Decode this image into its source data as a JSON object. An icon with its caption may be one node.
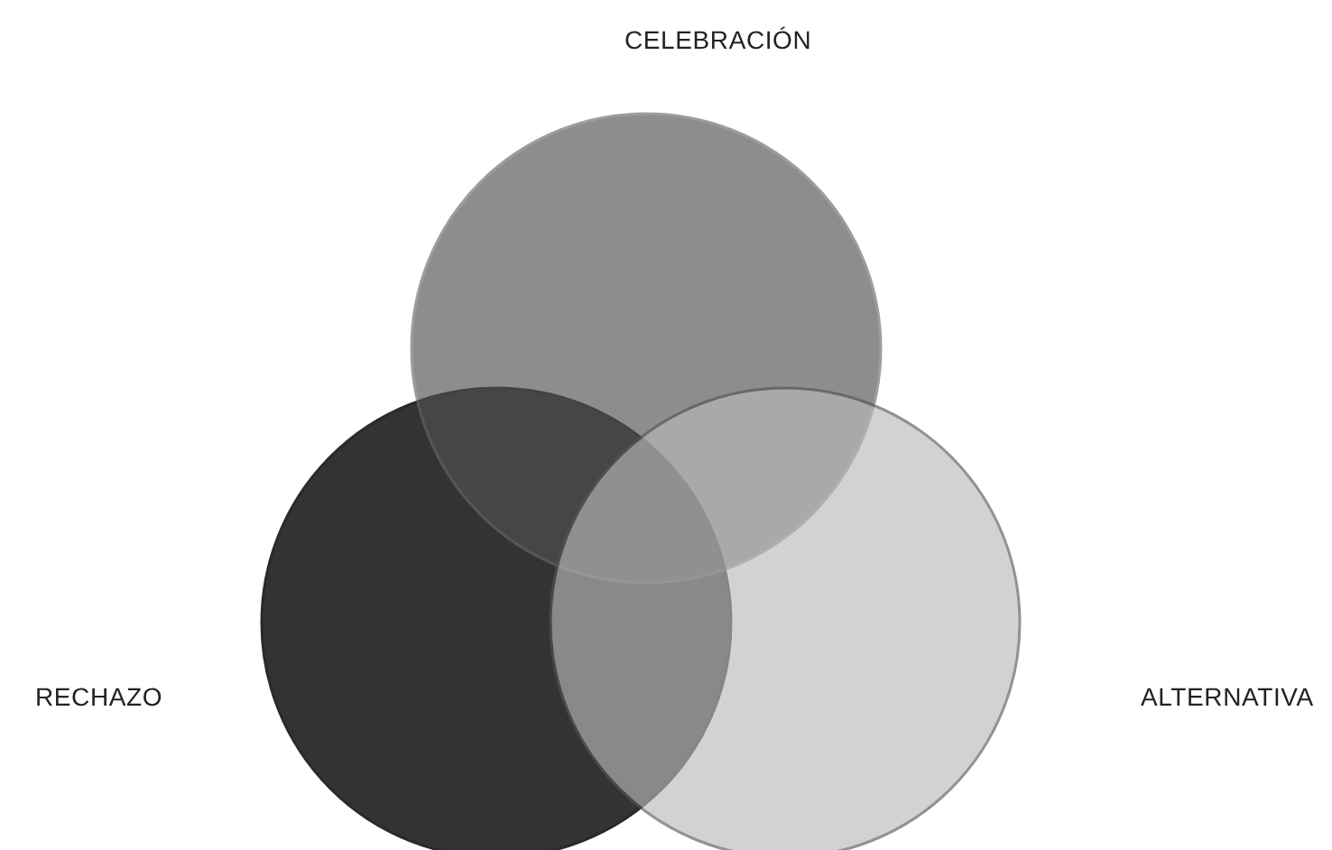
{
  "diagram": {
    "nodes": [
      {
        "text": [
          "CELEBRACIÓN"
        ]
      },
      {
        "text": [
          "RECHAZO"
        ]
      },
      {
        "text": [
          "ALTERNATIVA"
        ]
      }
    ]
  }
}
